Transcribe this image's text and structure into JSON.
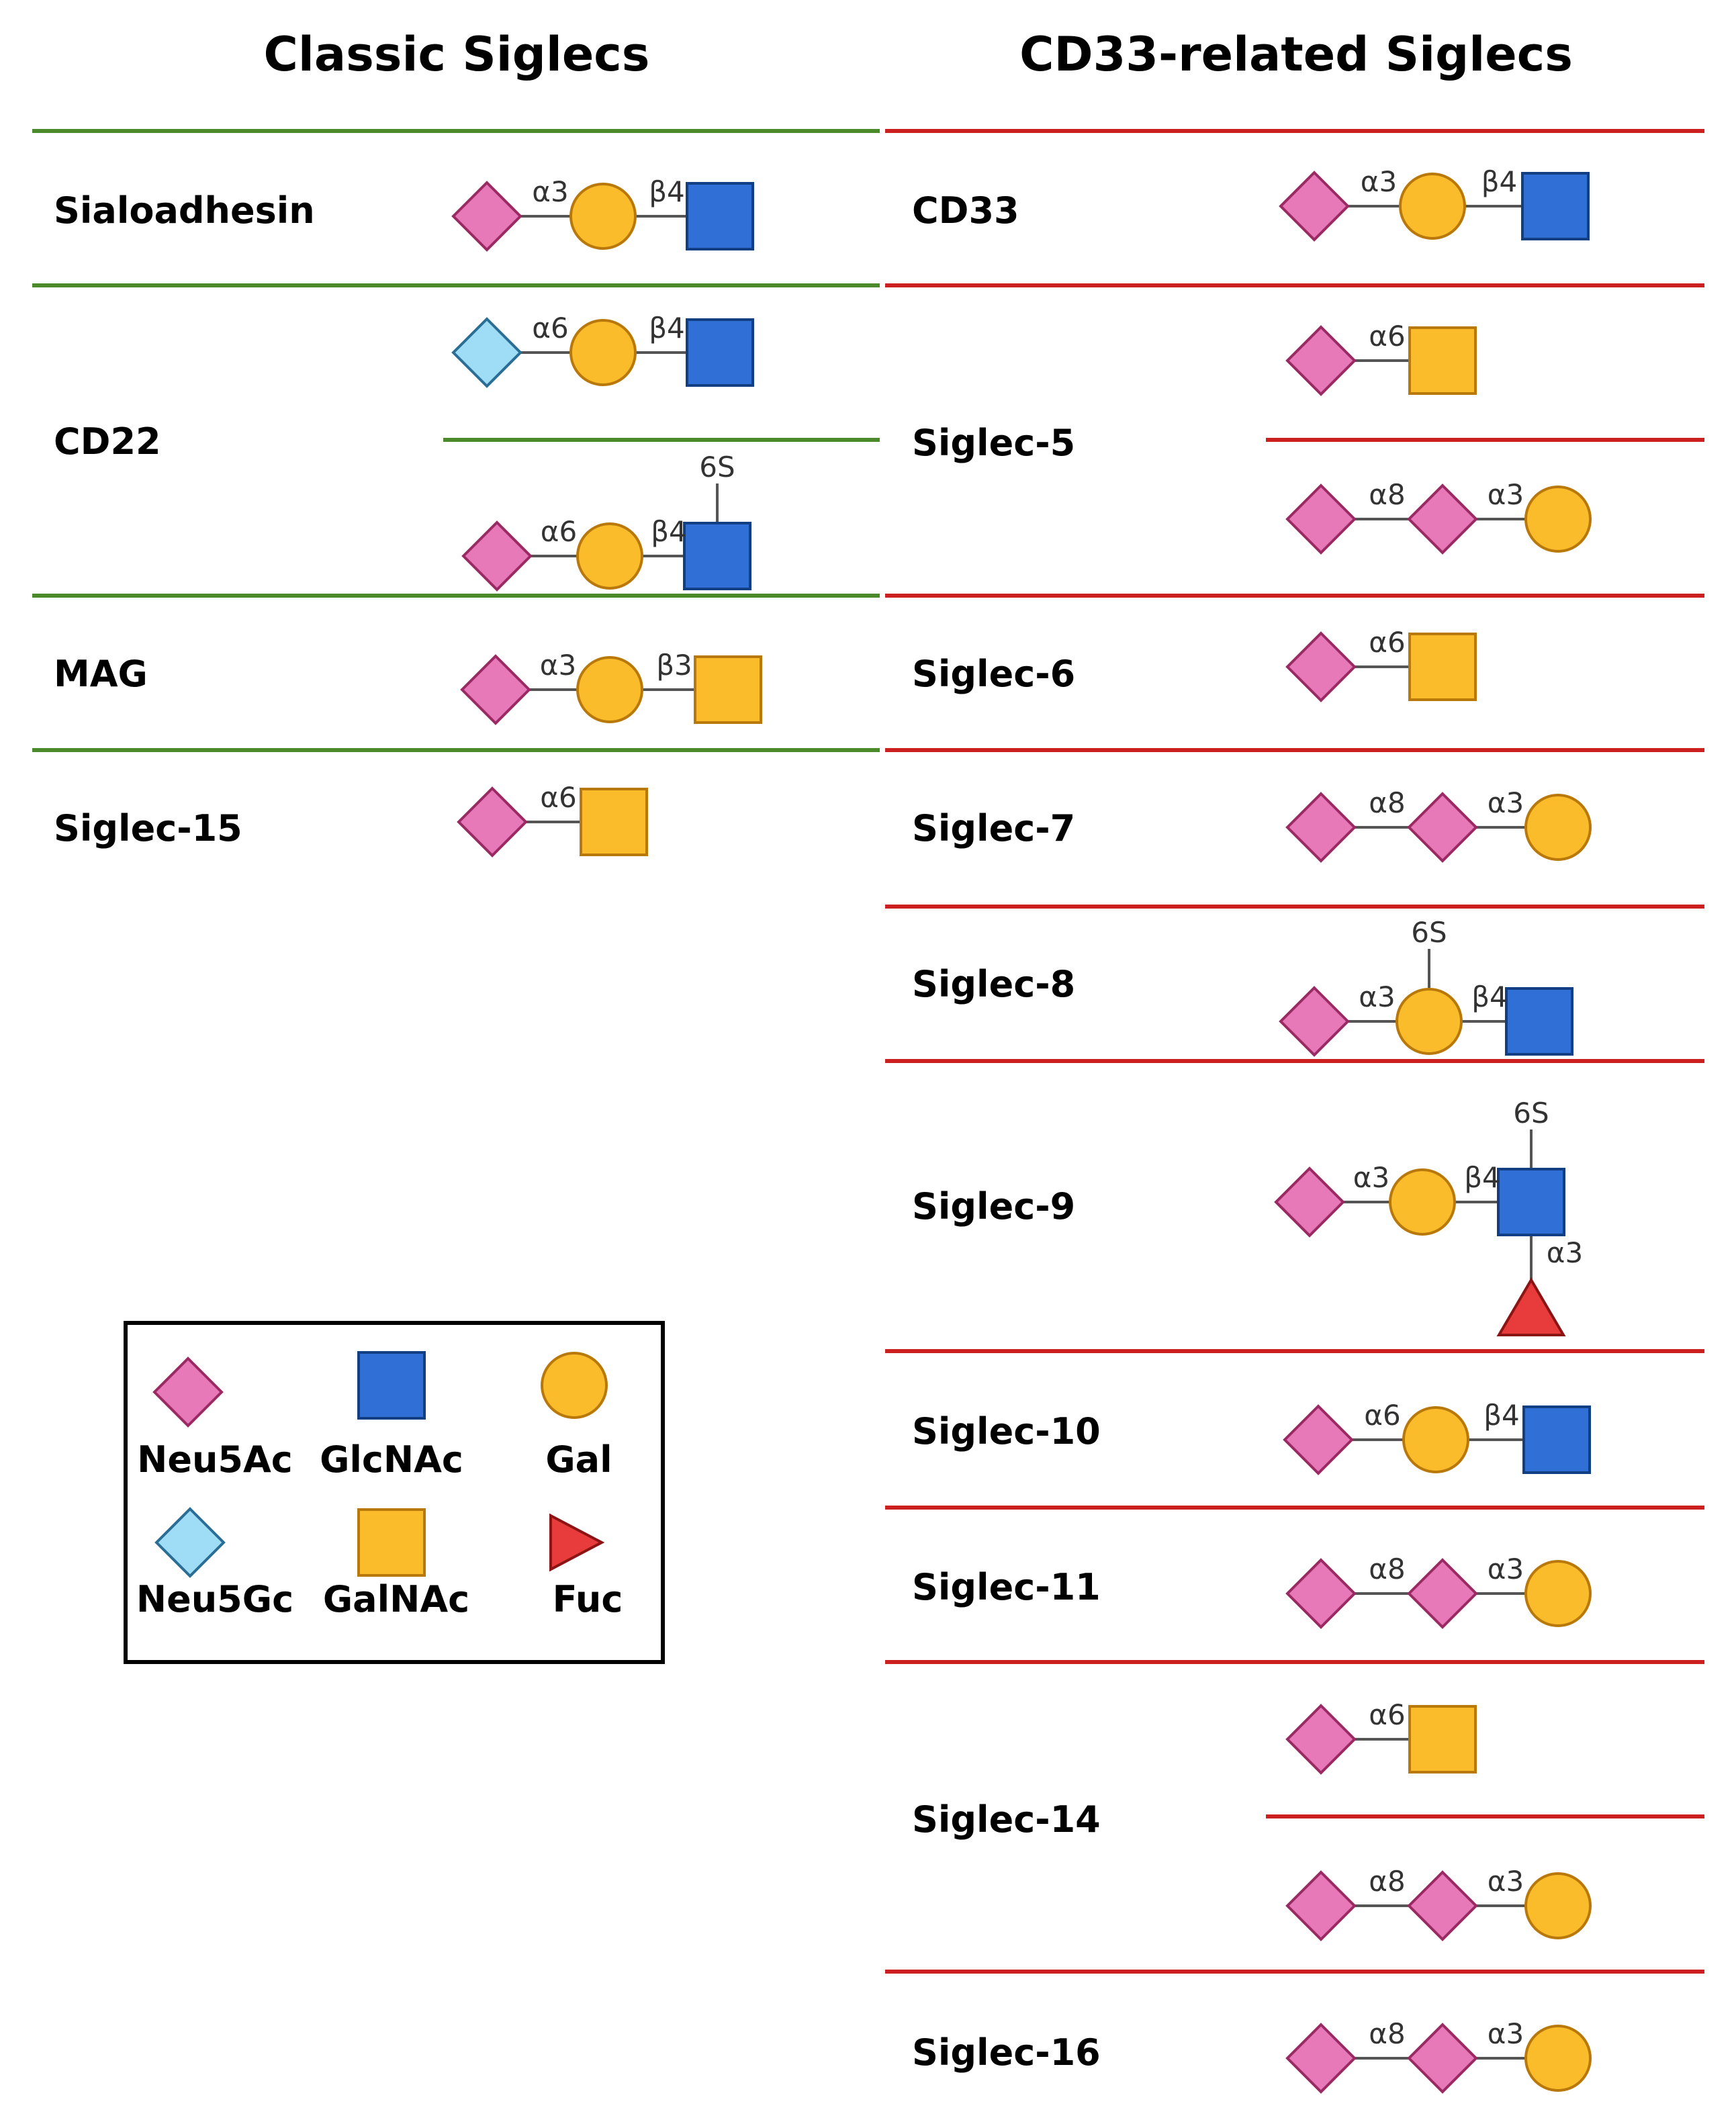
{
  "headings": {
    "classic": "Classic Siglecs",
    "cd33": "CD33-related Siglecs"
  },
  "colors": {
    "neu5ac": "#e879b8",
    "neu5ac_stroke": "#9a2a63",
    "neu5gc": "#9fdcf5",
    "neu5gc_stroke": "#2a6e95",
    "glcnac": "#2f6fd6",
    "glcnac_stroke": "#123e84",
    "gal": "#fbbc2c",
    "gal_stroke": "#b9790a",
    "galnac": "#fbbc2c",
    "galnac_stroke": "#b9790a",
    "fuc": "#e83c3c",
    "fuc_stroke": "#8b1414",
    "classic_line": "#4a8a2a",
    "cd33_line": "#cc2020",
    "bond": "#555555"
  },
  "classic": [
    {
      "label": "Sialoadhesin",
      "glycans": [
        {
          "residues": [
            "neu5ac",
            "gal",
            "glcnac"
          ],
          "links": [
            "α3",
            "β4"
          ]
        }
      ]
    },
    {
      "label": "CD22",
      "glycans": [
        {
          "residues": [
            "neu5gc",
            "gal",
            "glcnac"
          ],
          "links": [
            "α6",
            "β4"
          ]
        },
        {
          "residues": [
            "neu5ac",
            "gal",
            "glcnac"
          ],
          "links": [
            "α6",
            "β4"
          ],
          "sulfate": "6S"
        }
      ]
    },
    {
      "label": "MAG",
      "glycans": [
        {
          "residues": [
            "neu5ac",
            "gal",
            "galnac"
          ],
          "links": [
            "α3",
            "β3"
          ]
        }
      ]
    },
    {
      "label": "Siglec-15",
      "glycans": [
        {
          "residues": [
            "neu5ac",
            "galnac"
          ],
          "links": [
            "α6"
          ]
        }
      ]
    }
  ],
  "cd33": [
    {
      "label": "CD33",
      "glycans": [
        {
          "residues": [
            "neu5ac",
            "gal",
            "glcnac"
          ],
          "links": [
            "α3",
            "β4"
          ]
        }
      ]
    },
    {
      "label": "Siglec-5",
      "glycans": [
        {
          "residues": [
            "neu5ac",
            "galnac"
          ],
          "links": [
            "α6"
          ]
        },
        {
          "residues": [
            "neu5ac",
            "neu5ac",
            "gal"
          ],
          "links": [
            "α8",
            "α3"
          ]
        }
      ]
    },
    {
      "label": "Siglec-6",
      "glycans": [
        {
          "residues": [
            "neu5ac",
            "galnac"
          ],
          "links": [
            "α6"
          ]
        }
      ]
    },
    {
      "label": "Siglec-7",
      "glycans": [
        {
          "residues": [
            "neu5ac",
            "neu5ac",
            "gal"
          ],
          "links": [
            "α8",
            "α3"
          ]
        }
      ]
    },
    {
      "label": "Siglec-8",
      "glycans": [
        {
          "residues": [
            "neu5ac",
            "gal",
            "glcnac"
          ],
          "links": [
            "α3",
            "β4"
          ],
          "gal_sulfate": "6S"
        }
      ]
    },
    {
      "label": "Siglec-9",
      "glycans": [
        {
          "residues": [
            "neu5ac",
            "gal",
            "glcnac"
          ],
          "links": [
            "α3",
            "β4"
          ],
          "sulfate": "6S",
          "fucose_link": "α3"
        }
      ]
    },
    {
      "label": "Siglec-10",
      "glycans": [
        {
          "residues": [
            "neu5ac",
            "gal",
            "glcnac"
          ],
          "links": [
            "α6",
            "β4"
          ]
        }
      ]
    },
    {
      "label": "Siglec-11",
      "glycans": [
        {
          "residues": [
            "neu5ac",
            "neu5ac",
            "gal"
          ],
          "links": [
            "α8",
            "α3"
          ]
        }
      ]
    },
    {
      "label": "Siglec-14",
      "glycans": [
        {
          "residues": [
            "neu5ac",
            "galnac"
          ],
          "links": [
            "α6"
          ]
        },
        {
          "residues": [
            "neu5ac",
            "neu5ac",
            "gal"
          ],
          "links": [
            "α8",
            "α3"
          ]
        }
      ]
    },
    {
      "label": "Siglec-16",
      "glycans": [
        {
          "residues": [
            "neu5ac",
            "neu5ac",
            "gal"
          ],
          "links": [
            "α8",
            "α3"
          ]
        }
      ]
    }
  ],
  "legend": [
    {
      "shape": "neu5ac",
      "label": "Neu5Ac"
    },
    {
      "shape": "glcnac",
      "label": "GlcNAc"
    },
    {
      "shape": "gal",
      "label": "Gal"
    },
    {
      "shape": "neu5gc",
      "label": "Neu5Gc"
    },
    {
      "shape": "galnac",
      "label": "GalNAc"
    },
    {
      "shape": "fuc",
      "label": "Fuc"
    }
  ]
}
